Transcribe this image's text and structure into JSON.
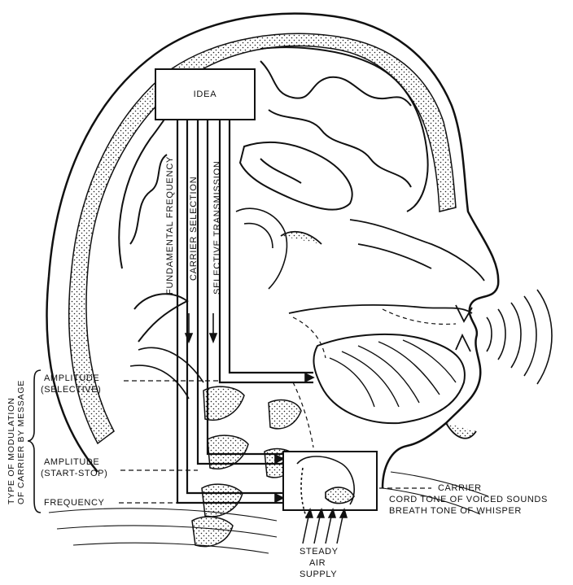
{
  "diagram": {
    "idea": "IDEA",
    "channels": {
      "fundamental_frequency": "FUNDAMENTAL FREQUENCY",
      "carrier_selection": "CARRIER SELECTION",
      "selective_transmission": "SELECTIVE TRANSMISSION"
    },
    "modulation_group": {
      "title_line1": "TYPE OF MODULATION",
      "title_line2": "OF CARRIER BY MESSAGE",
      "amplitude_selective_line1": "AMPLITUDE",
      "amplitude_selective_line2": "(SELECTIVE)",
      "amplitude_startstop_line1": "AMPLITUDE",
      "amplitude_startstop_line2": "(START-STOP)",
      "frequency": "FREQUENCY"
    },
    "carrier": {
      "title": "CARRIER",
      "line1": "CORD TONE OF VOICED SOUNDS",
      "line2": "BREATH TONE OF WHISPER"
    },
    "air_supply": {
      "line1": "STEADY",
      "line2": "AIR",
      "line3": "SUPPLY"
    }
  }
}
